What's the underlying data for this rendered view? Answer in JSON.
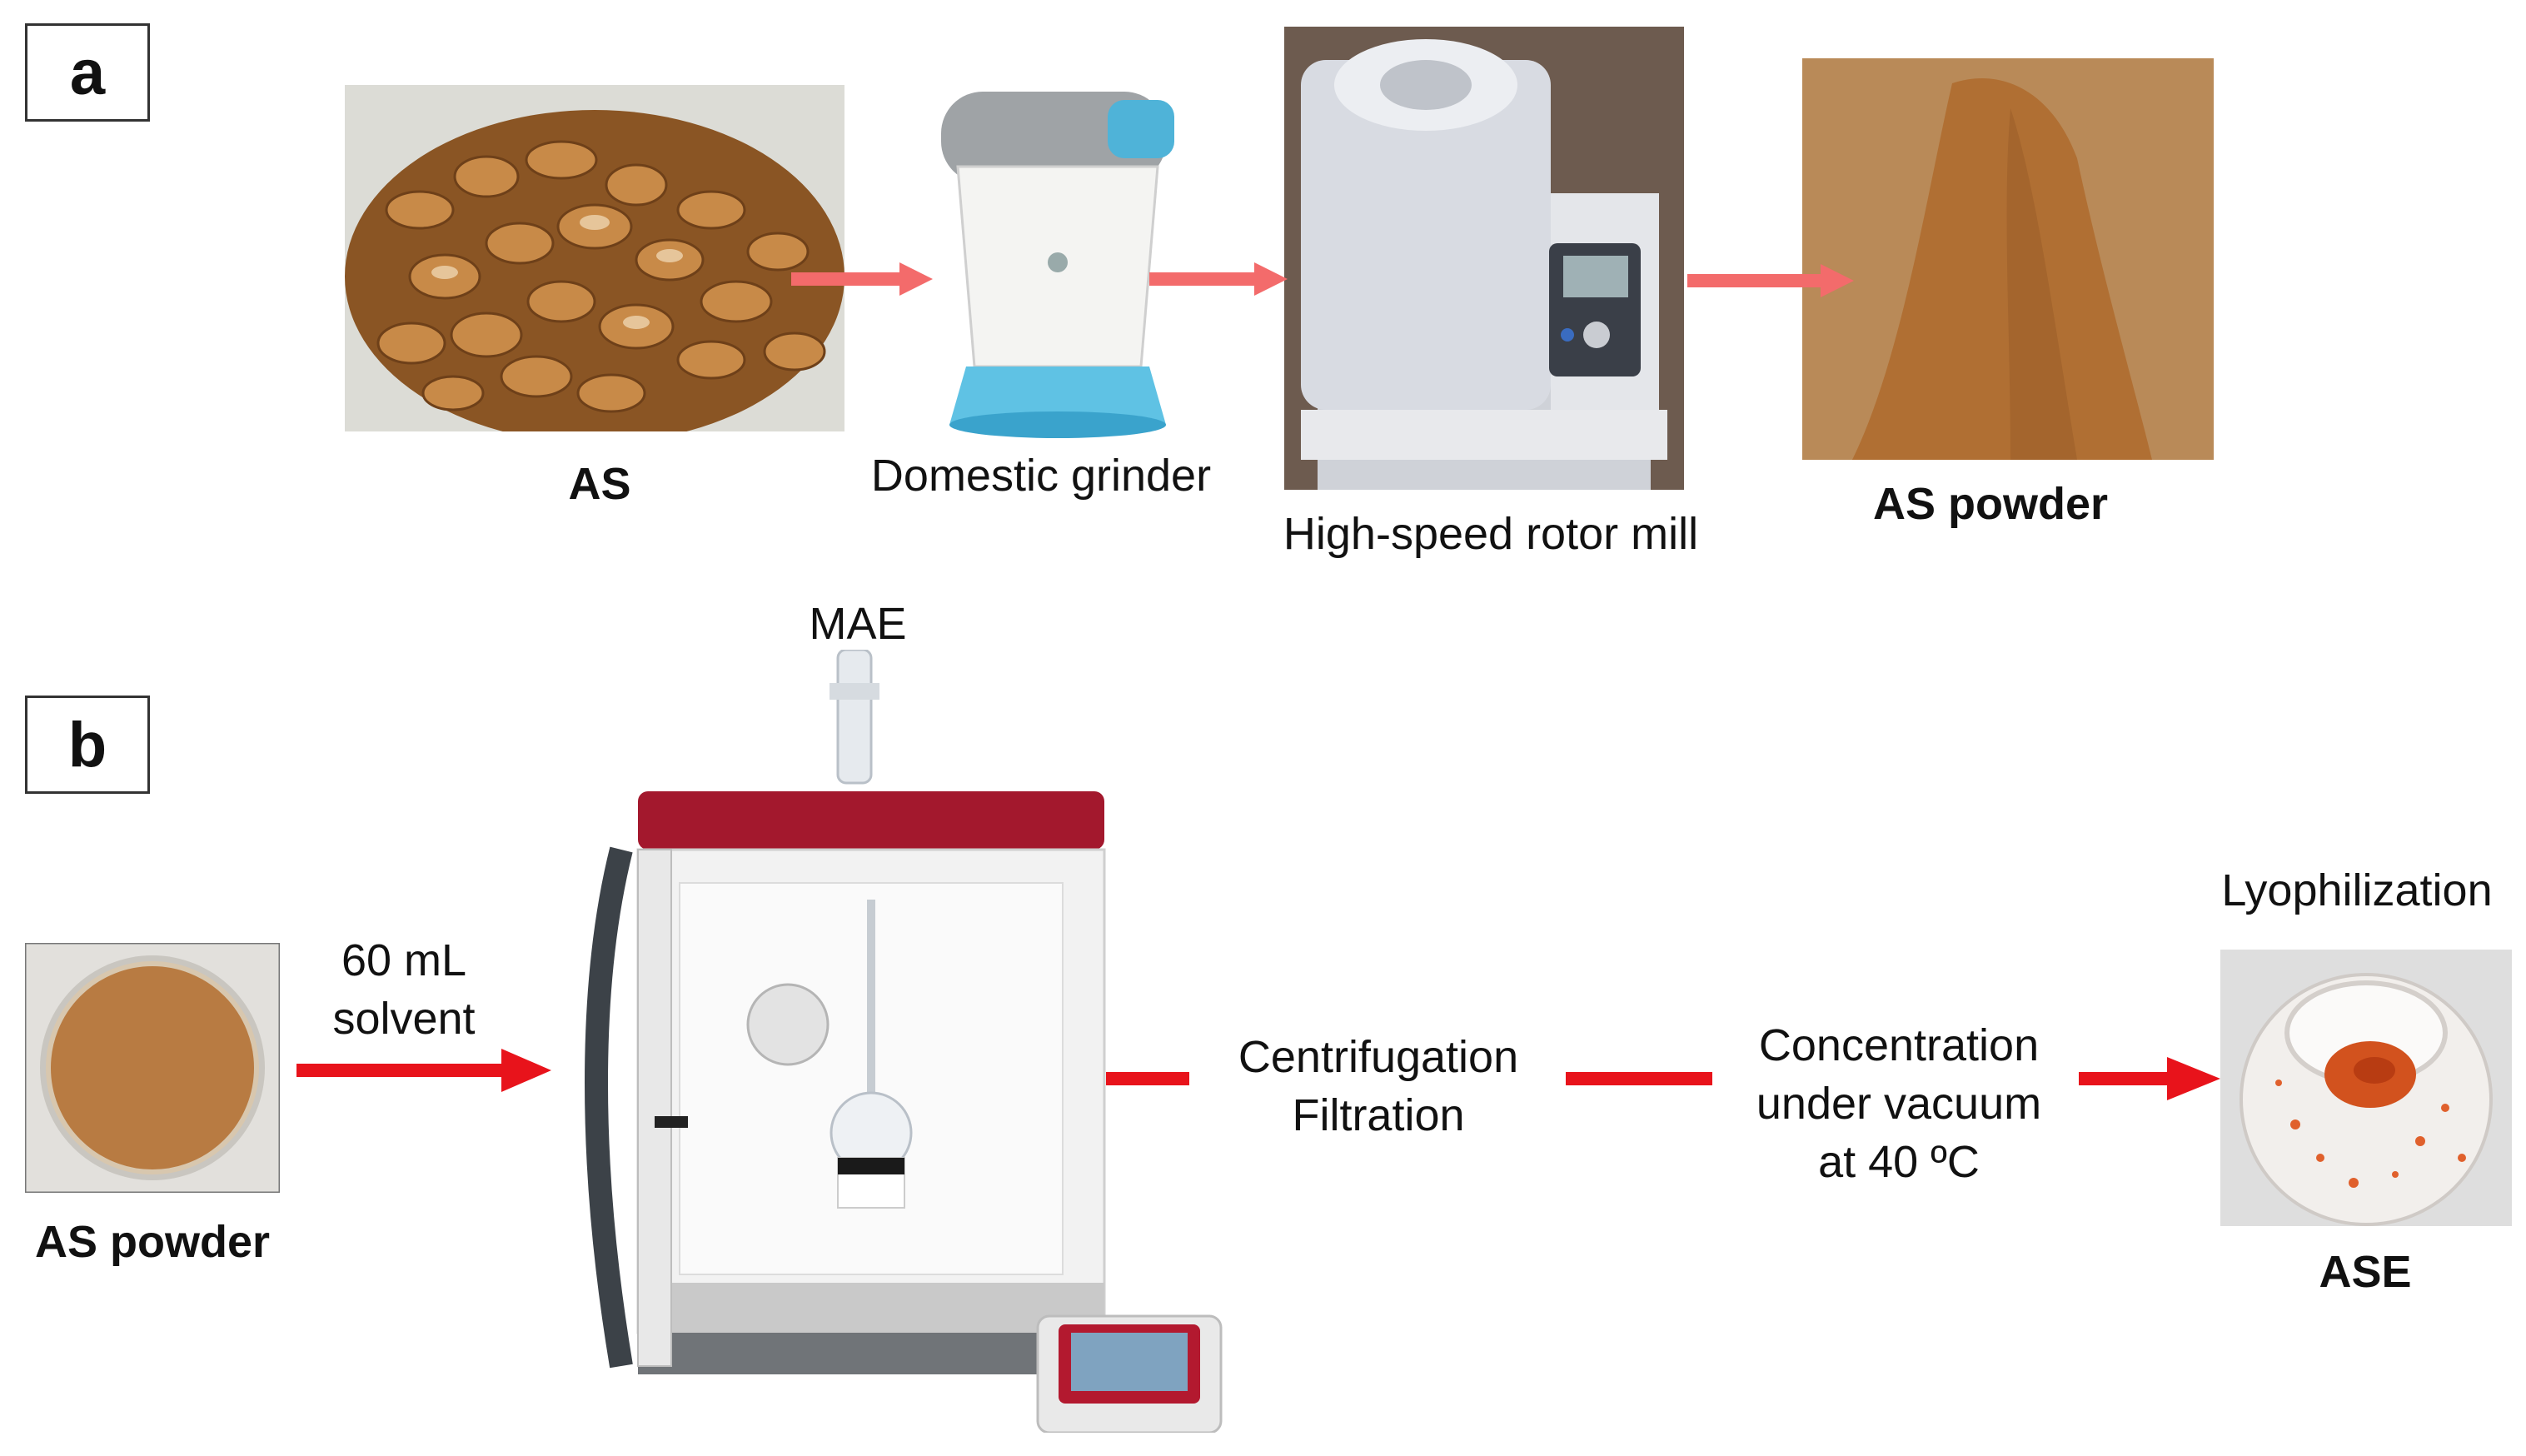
{
  "panel_a": {
    "label": "a",
    "steps": [
      "AS",
      "Domestic grinder",
      "High-speed rotor mill",
      "AS powder"
    ]
  },
  "panel_b": {
    "label": "b",
    "start": "AS powder",
    "arrow1_line1": "60 mL",
    "arrow1_line2": "solvent",
    "device_label": "MAE",
    "step2_line1": "Centrifugation",
    "step2_line2": "Filtration",
    "step3_line1": "Concentration",
    "step3_line2": "under vacuum",
    "step3_line3": "at 40 ºC",
    "step4_top": "Lyophilization",
    "end": "ASE"
  },
  "colors": {
    "arrow_light": "#f36b6b",
    "arrow_bright": "#e8131b",
    "shell_brown": "#a86a2c",
    "powder_brown": "#b47a3a",
    "device_red": "#a3182d"
  },
  "icons": [
    "almond-shells-photo",
    "domestic-grinder-photo",
    "rotor-mill-photo",
    "as-powder-photo",
    "petri-dish-photo",
    "microwave-extractor-photo",
    "ase-extract-photo"
  ]
}
